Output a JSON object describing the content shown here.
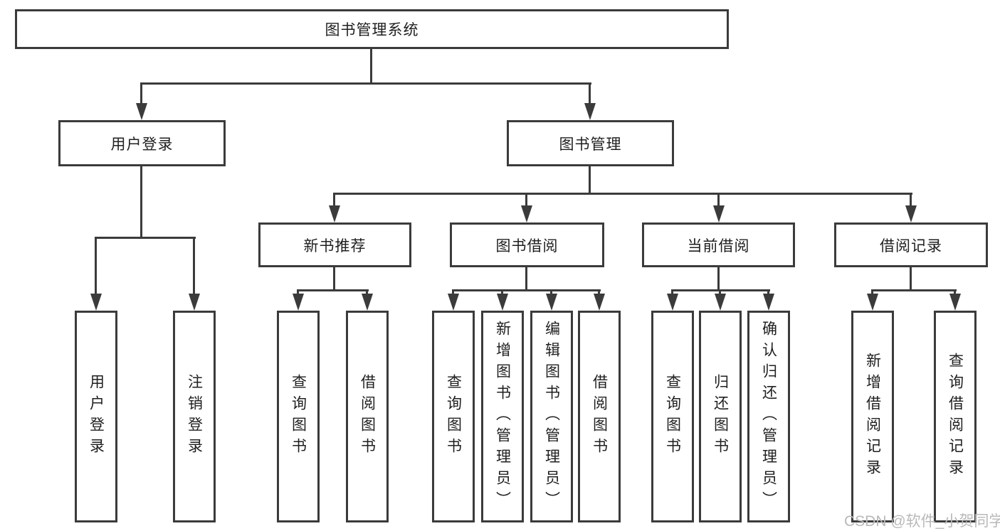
{
  "style": {
    "background": "#ffffff",
    "line_color": "#3b3b3b",
    "box_border_color": "#3b3b3b",
    "text_color": "#1f1f1f",
    "watermark_color": "#b9b9b9"
  },
  "watermark": {
    "text": "CSDN @软件_小贺同学"
  },
  "diagram": {
    "type": "hierarchy-tree",
    "root": "图书管理系统",
    "branches": [
      {
        "label": "用户登录",
        "children": [
          "用户登录",
          "注销登录"
        ]
      },
      {
        "label": "图书管理",
        "groups": [
          {
            "label": "新书推荐",
            "children": [
              "查询图书",
              "借阅图书"
            ]
          },
          {
            "label": "图书借阅",
            "children": [
              "查询图书",
              "新增图书（管理员）",
              "编辑图书（管理员）",
              "借阅图书"
            ]
          },
          {
            "label": "当前借阅",
            "children": [
              "查询图书",
              "归还图书",
              "确认归还（管理员）"
            ]
          },
          {
            "label": "借阅记录",
            "children": [
              "新增借阅记录",
              "查询借阅记录"
            ]
          }
        ]
      }
    ]
  }
}
